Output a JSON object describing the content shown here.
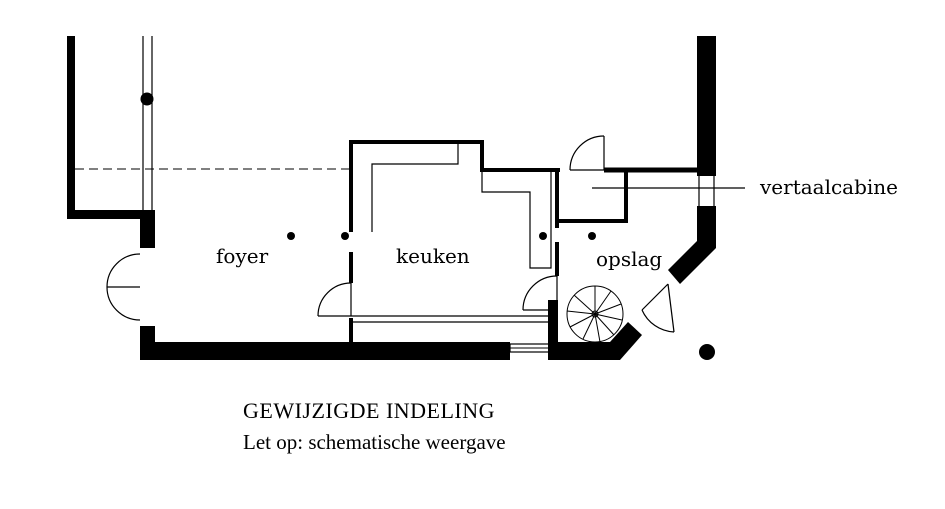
{
  "rooms": {
    "foyer": "foyer",
    "keuken": "keuken",
    "opslag": "opslag"
  },
  "callout": {
    "label": "vertaalcabine"
  },
  "caption": {
    "title": "GEWIJZIGDE INDELING",
    "subtitle": "Let op: schematische weergave"
  },
  "colors": {
    "ink": "#000000",
    "background": "#ffffff"
  }
}
